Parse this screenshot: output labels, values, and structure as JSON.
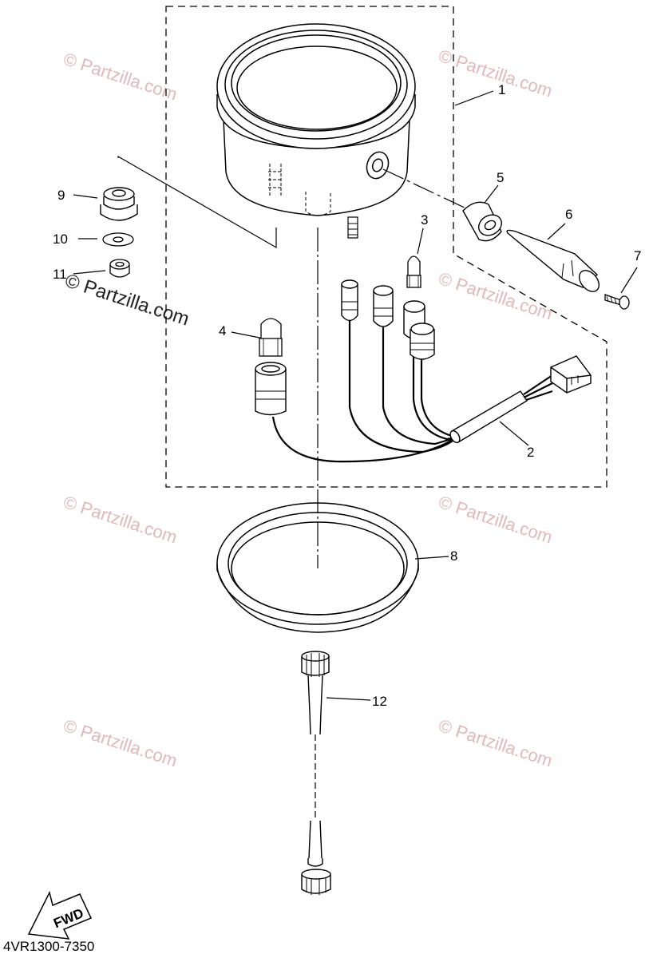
{
  "watermark": "© Partzilla.com",
  "callouts": {
    "p1": "1",
    "p2": "2",
    "p3": "3",
    "p4": "4",
    "p5": "5",
    "p6": "6",
    "p7": "7",
    "p8": "8",
    "p9": "9",
    "p10": "10",
    "p11": "11",
    "p12": "12"
  },
  "fwd_label": "FWD",
  "diagram_ref": "4VR1300-7350",
  "colors": {
    "line": "#000000",
    "watermark": "#e2b8b8"
  }
}
